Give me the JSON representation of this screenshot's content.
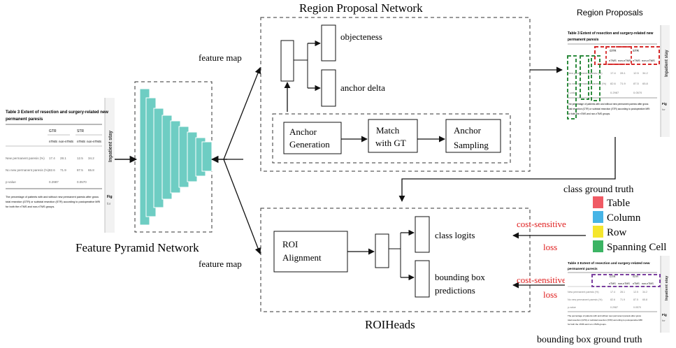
{
  "titles": {
    "rpn": "Region Proposal Network",
    "region_proposals": "Region Proposals",
    "fpn": "Feature Pyramid Network",
    "roiheads": "ROIHeads"
  },
  "labels": {
    "feature_map_top": "feature map",
    "feature_map_bottom": "feature map",
    "objecteness": "objecteness",
    "anchor_delta": "anchor delta",
    "anchor_generation": [
      "Anchor",
      "Generation"
    ],
    "match_gt": [
      "Match",
      "with GT"
    ],
    "anchor_sampling": [
      "Anchor",
      "Sampling"
    ],
    "roi_alignment": [
      "ROI",
      "Alignment"
    ],
    "class_logits": "class logits",
    "bbox_predictions": [
      "bounding box",
      "predictions"
    ],
    "cost_sensitive_loss_1": [
      "cost-sensitive",
      "loss"
    ],
    "cost_sensitive_loss_2": [
      "cost-sensitive",
      "loss"
    ],
    "class_ground_truth": "class ground truth",
    "bbox_ground_truth": "bounding box ground truth"
  },
  "legend": [
    {
      "label": "Table",
      "color": "#f05a64"
    },
    {
      "label": "Column",
      "color": "#46b4e6"
    },
    {
      "label": "Row",
      "color": "#f5e62d"
    },
    {
      "label": "Spanning Cell",
      "color": "#3cb464"
    }
  ],
  "colors": {
    "pyramid": "#6ecdc3",
    "loss_text": "#e02020",
    "proposal_title": "#e02020",
    "proposal_red": "#d62828",
    "proposal_green": "#2e8b3e",
    "bbox_purple": "#7b3fa0"
  },
  "table_image": {
    "title_line1": "Table 3 Extent of resection and surgery-related new",
    "title_line2": "permanent paresis",
    "group1": "GTR",
    "group2": "STR",
    "subheads": [
      "nTMS",
      "non-nTMS",
      "nTMS",
      "non-nTMS"
    ],
    "rows": [
      {
        "label": "New permanent paresis (%)",
        "values": [
          "17.4",
          "28.1",
          "12.5",
          "34.2"
        ]
      },
      {
        "label": "No new permanent paresis (%)",
        "values": [
          "82.6",
          "71.9",
          "87.5",
          "65.8"
        ]
      },
      {
        "label": "p-value",
        "values": [
          "0.2987",
          "",
          "0.0570",
          ""
        ]
      }
    ],
    "footnote": [
      "The percentage of patients with and without new permanent paresis after gross",
      "total resection (GTR) or subtotal resection (STR) according to postoperative MRI",
      "for both the nTMS and non-nTMS groups."
    ],
    "side_text": "Inpatient stay",
    "side_fig": "Fig",
    "side_for": "for"
  }
}
